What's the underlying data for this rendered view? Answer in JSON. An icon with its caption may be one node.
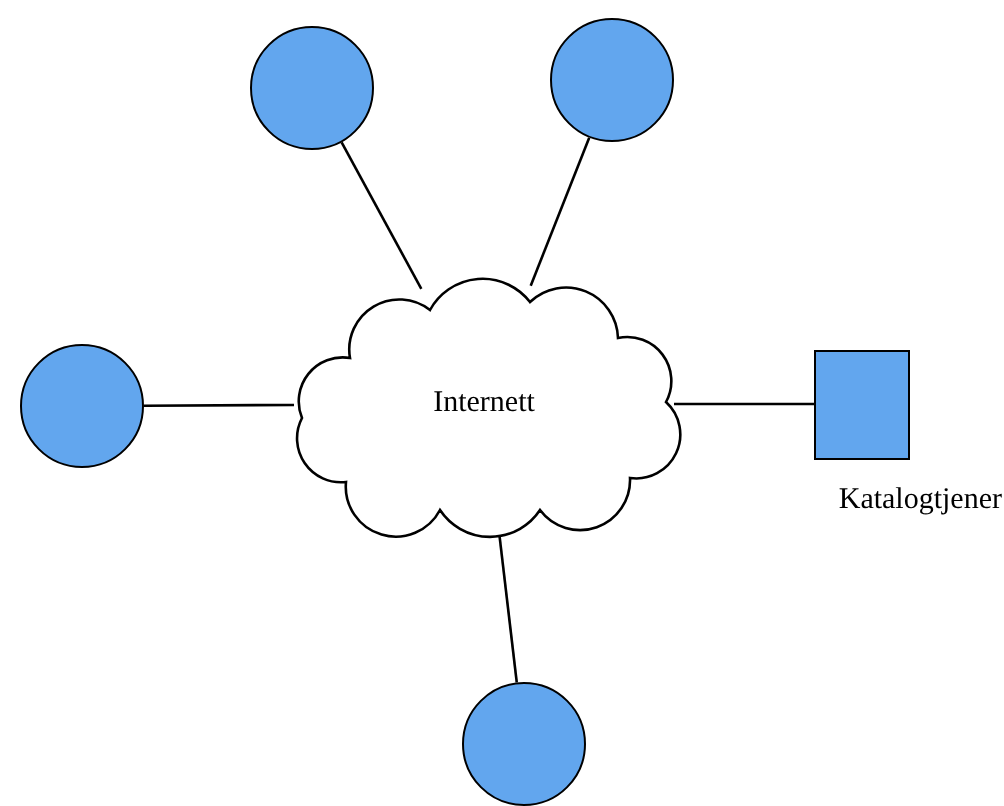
{
  "diagram": {
    "nodes": [
      {
        "text": [],
        "shape": "circle"
      },
      {
        "text": [],
        "shape": "circle"
      },
      {
        "text": [],
        "shape": "circle"
      },
      {
        "text": [
          "Internett"
        ]
      },
      {
        "text": [],
        "shape": "box",
        "beside": [
          "Katalogtjener"
        ]
      },
      {
        "text": [],
        "shape": "circle"
      }
    ],
    "edges": [
      {
        "from": 0,
        "to": 3,
        "arrow": "none"
      },
      {
        "from": 1,
        "to": 3,
        "arrow": "none"
      },
      {
        "from": 2,
        "to": 3,
        "arrow": "none"
      },
      {
        "from": 3,
        "to": 4,
        "arrow": "none"
      },
      {
        "from": 3,
        "to": 5,
        "arrow": "none"
      }
    ]
  }
}
